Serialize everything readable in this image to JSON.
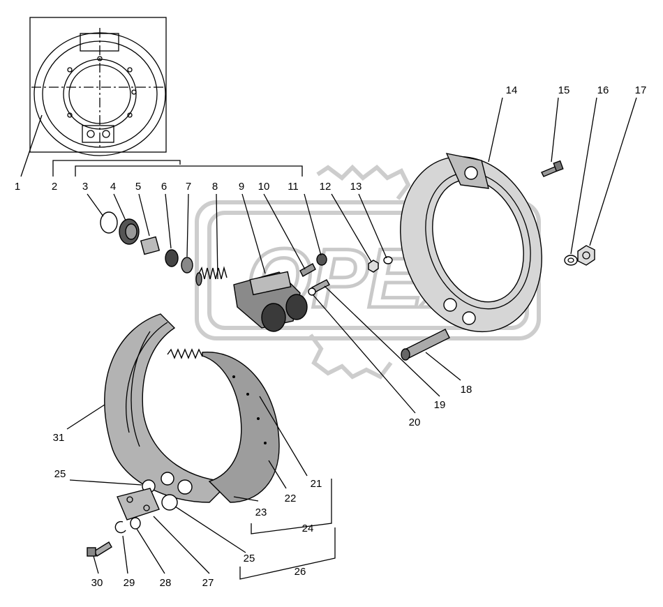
{
  "watermark": {
    "text": "OPEX",
    "color": "#c8c8c8"
  },
  "callouts": [
    {
      "id": "1",
      "label": "1"
    },
    {
      "id": "2",
      "label": "2"
    },
    {
      "id": "3",
      "label": "3"
    },
    {
      "id": "4",
      "label": "4"
    },
    {
      "id": "5",
      "label": "5"
    },
    {
      "id": "6",
      "label": "6"
    },
    {
      "id": "7",
      "label": "7"
    },
    {
      "id": "8",
      "label": "8"
    },
    {
      "id": "9",
      "label": "9"
    },
    {
      "id": "10",
      "label": "10"
    },
    {
      "id": "11",
      "label": "11"
    },
    {
      "id": "12",
      "label": "12"
    },
    {
      "id": "13",
      "label": "13"
    },
    {
      "id": "14",
      "label": "14"
    },
    {
      "id": "15",
      "label": "15"
    },
    {
      "id": "16",
      "label": "16"
    },
    {
      "id": "17",
      "label": "17"
    },
    {
      "id": "18",
      "label": "18"
    },
    {
      "id": "19",
      "label": "19"
    },
    {
      "id": "20",
      "label": "20"
    },
    {
      "id": "21",
      "label": "21"
    },
    {
      "id": "22",
      "label": "22"
    },
    {
      "id": "23",
      "label": "23"
    },
    {
      "id": "24",
      "label": "24"
    },
    {
      "id": "25a",
      "label": "25"
    },
    {
      "id": "25b",
      "label": "25"
    },
    {
      "id": "26",
      "label": "26"
    },
    {
      "id": "27",
      "label": "27"
    },
    {
      "id": "28",
      "label": "28"
    },
    {
      "id": "29",
      "label": "29"
    },
    {
      "id": "30",
      "label": "30"
    },
    {
      "id": "31",
      "label": "31"
    }
  ]
}
